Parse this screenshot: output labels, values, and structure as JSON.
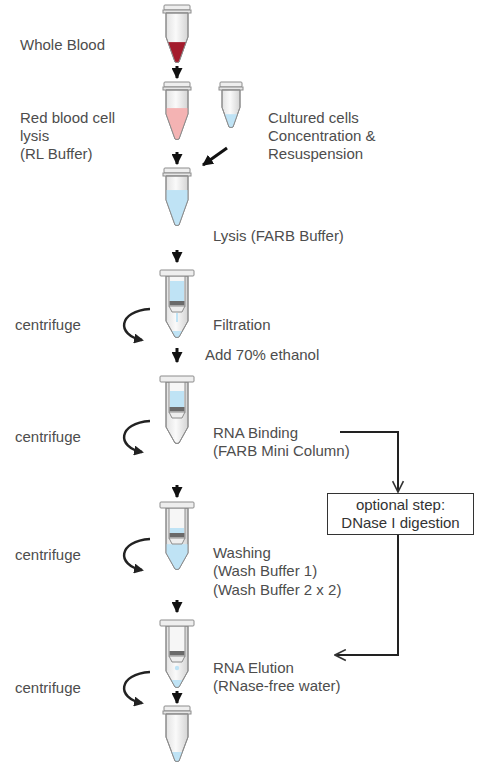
{
  "diagram": {
    "nodes": [
      {
        "text": [
          "Whole Blood"
        ]
      },
      {
        "text": [
          "Red blood cell lysis",
          "(RL Buffer)"
        ]
      },
      {
        "text": [
          "Cultured cells",
          "Concentration & Resuspension"
        ]
      },
      {
        "text": [
          "Lysis (FARB Buffer)"
        ]
      },
      {
        "text": [
          "Filtration"
        ]
      },
      {
        "text": [
          "RNA Binding",
          "(FARB Mini Column)"
        ]
      },
      {
        "text": [
          "optional step:",
          "DNase I digestion"
        ]
      },
      {
        "text": [
          "Washing",
          "(Wash Buffer 1)",
          "(Wash Buffer 2 x 2)"
        ]
      },
      {
        "text": [
          "RNA Elution",
          "(RNase-free water)"
        ]
      }
    ],
    "edges": [
      {
        "from": 0,
        "to": 1,
        "arrow": "to"
      },
      {
        "from": 1,
        "to": 3,
        "arrow": "to"
      },
      {
        "from": 2,
        "to": 3,
        "arrow": "to"
      },
      {
        "from": 3,
        "to": 4,
        "arrow": "to"
      },
      {
        "from": 4,
        "to": 5,
        "label": "Add 70% ethanol",
        "arrow": "to"
      },
      {
        "from": 5,
        "to": 6,
        "arrow": "to"
      },
      {
        "from": 5,
        "to": 7,
        "arrow": "to"
      },
      {
        "from": 7,
        "to": 8,
        "arrow": "to"
      },
      {
        "from": 6,
        "to": 8,
        "arrow": "to"
      }
    ],
    "labels": [
      "centrifuge",
      "centrifuge",
      "centrifuge",
      "centrifuge"
    ]
  }
}
